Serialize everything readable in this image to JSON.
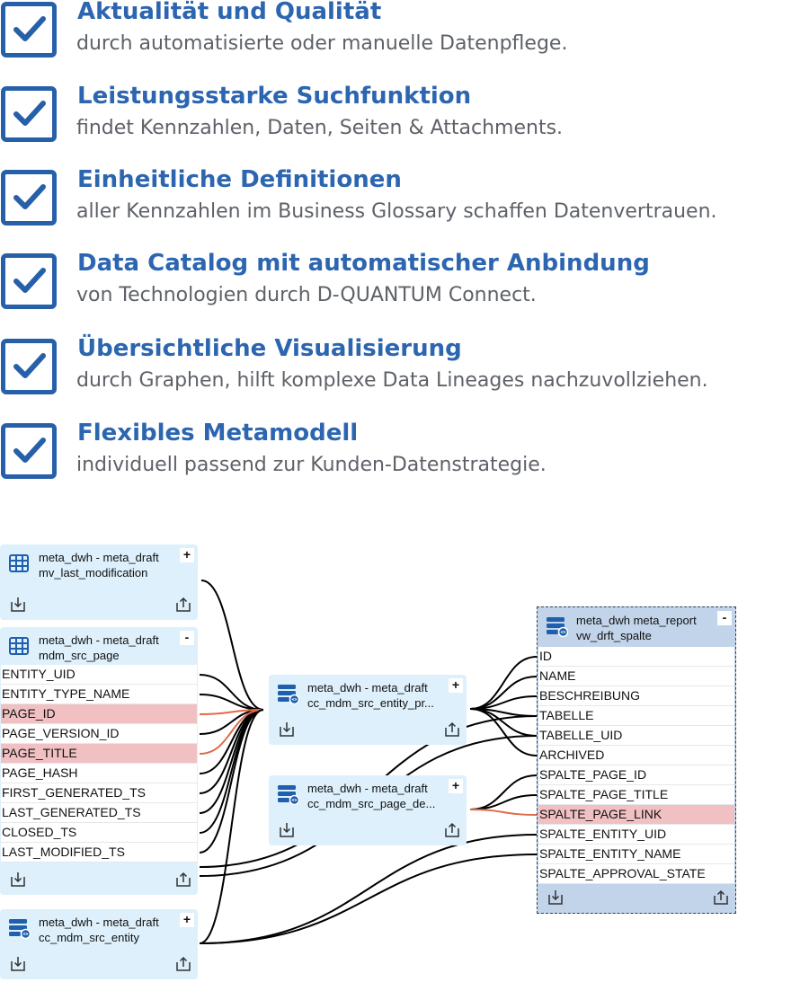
{
  "features": [
    {
      "title": "Aktualität und Qualität",
      "desc": "durch automatisierte oder manuelle Datenpflege."
    },
    {
      "title": "Leistungsstarke Suchfunktion",
      "desc": "findet Kennzahlen, Daten, Seiten & Attachments."
    },
    {
      "title": "Einheitliche Definitionen",
      "desc": "aller Kennzahlen im Business Glossary schaffen Datenvertrauen."
    },
    {
      "title": "Data Catalog mit automatischer Anbindung",
      "desc": "von Technologien durch D-QUANTUM Connect."
    },
    {
      "title": "Übersichtliche Visualisierung",
      "desc": "durch Graphen, hilft komplexe Data Lineages nachzuvollziehen."
    },
    {
      "title": "Flexibles Metamodell",
      "desc": "individuell passend zur Kunden-Datenstrategie."
    }
  ],
  "colors": {
    "brand_blue": "#2c65b0",
    "check_blue": "#2660a9",
    "node_bg": "#ddf0fb",
    "report_bg": "#c2d4ea",
    "highlight": "#f1c0c3",
    "edge": "#000000",
    "edge_highlight": "#e06a48"
  },
  "nodes": {
    "mv_last_modification": {
      "schema": "meta_dwh - meta_draft",
      "name": "mv_last_modification",
      "toggle": "+",
      "icon": "table-icon"
    },
    "mdm_src_page": {
      "schema": "meta_dwh - meta_draft",
      "name": "mdm_src_page",
      "toggle": "-",
      "icon": "table-icon",
      "columns": [
        {
          "name": "ENTITY_UID",
          "highlight": false
        },
        {
          "name": "ENTITY_TYPE_NAME",
          "highlight": false
        },
        {
          "name": "PAGE_ID",
          "highlight": true
        },
        {
          "name": "PAGE_VERSION_ID",
          "highlight": false
        },
        {
          "name": "PAGE_TITLE",
          "highlight": true
        },
        {
          "name": "PAGE_HASH",
          "highlight": false
        },
        {
          "name": "FIRST_GENERATED_TS",
          "highlight": false
        },
        {
          "name": "LAST_GENERATED_TS",
          "highlight": false
        },
        {
          "name": "CLOSED_TS",
          "highlight": false
        },
        {
          "name": "LAST_MODIFIED_TS",
          "highlight": false
        }
      ]
    },
    "cc_mdm_src_entity": {
      "schema": "meta_dwh - meta_draft",
      "name": "cc_mdm_src_entity",
      "toggle": "+",
      "icon": "view-icon"
    },
    "cc_mdm_src_entity_pr": {
      "schema": "meta_dwh - meta_draft",
      "name": "cc_mdm_src_entity_pr...",
      "toggle": "+",
      "icon": "view-icon"
    },
    "cc_mdm_src_page_de": {
      "schema": "meta_dwh - meta_draft",
      "name": "cc_mdm_src_page_de...",
      "toggle": "+",
      "icon": "view-icon"
    },
    "vw_drft_spalte": {
      "schema": "meta_dwh  meta_report",
      "name": "vw_drft_spalte",
      "toggle": "-",
      "icon": "view-icon",
      "columns": [
        {
          "name": "ID",
          "highlight": false
        },
        {
          "name": "NAME",
          "highlight": false
        },
        {
          "name": "BESCHREIBUNG",
          "highlight": false
        },
        {
          "name": "TABELLE",
          "highlight": false
        },
        {
          "name": "TABELLE_UID",
          "highlight": false
        },
        {
          "name": "ARCHIVED",
          "highlight": false
        },
        {
          "name": "SPALTE_PAGE_ID",
          "highlight": false
        },
        {
          "name": "SPALTE_PAGE_TITLE",
          "highlight": false
        },
        {
          "name": "SPALTE_PAGE_LINK",
          "highlight": true
        },
        {
          "name": "SPALTE_ENTITY_UID",
          "highlight": false
        },
        {
          "name": "SPALTE_ENTITY_NAME",
          "highlight": false
        },
        {
          "name": "SPALTE_APPROVAL_STATE",
          "highlight": false
        }
      ]
    }
  }
}
